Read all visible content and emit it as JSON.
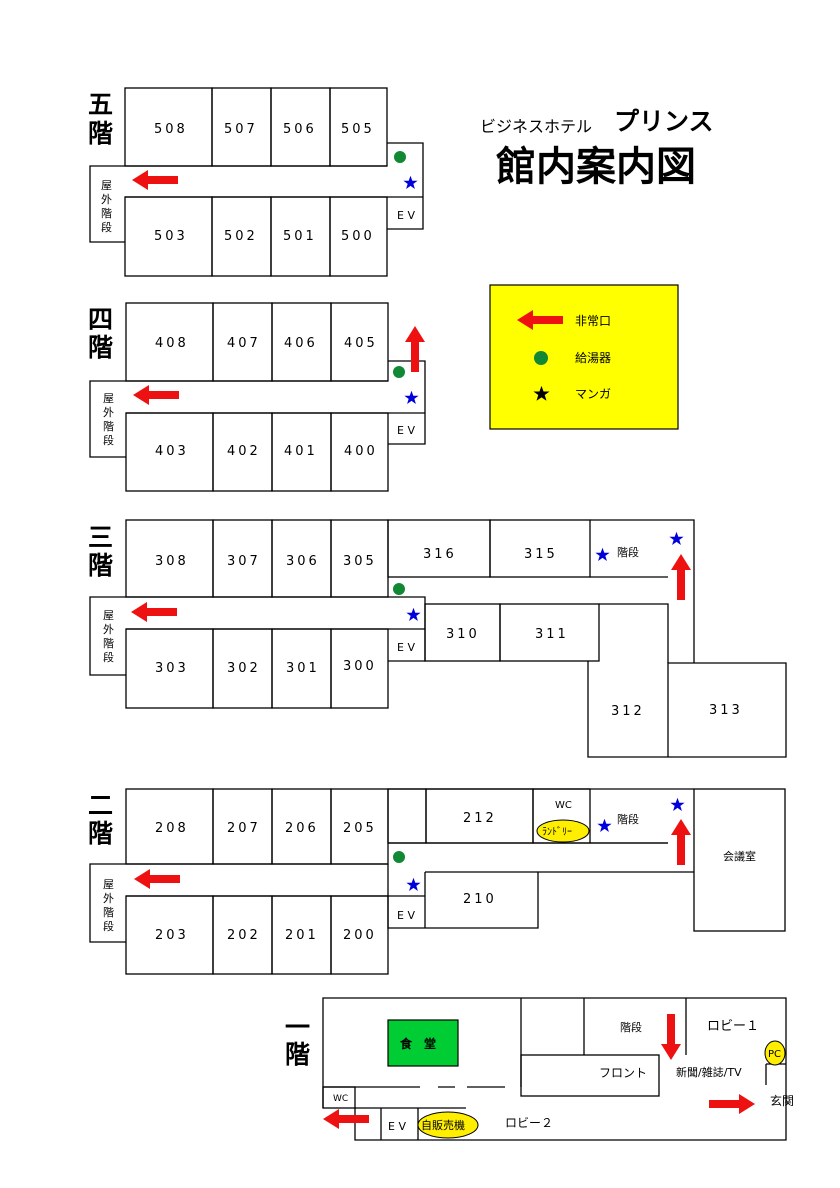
{
  "title": {
    "subtitle": "ビジネスホテル",
    "name": "プリンス",
    "main": "館内案内図"
  },
  "legend": {
    "items": [
      {
        "icon": "emergency-exit-arrow-icon",
        "label": "非常口",
        "color": "#ee1111"
      },
      {
        "icon": "hot-water-dot-icon",
        "label": "給湯器",
        "color": "#118833"
      },
      {
        "icon": "manga-star-icon",
        "label": "マンガ",
        "color": "#000000"
      }
    ],
    "background": "#ffff00"
  },
  "colors": {
    "exit": "#ee1111",
    "water": "#118833",
    "star": "#0000dd",
    "dining": "#00cc33",
    "badge": "#ffee00"
  },
  "common": {
    "ev": "E V",
    "stairs_outdoor": [
      "屋",
      "外",
      "階",
      "段"
    ],
    "stairs": "階段",
    "wc": "WC",
    "laundry": "ﾗﾝﾄﾞﾘｰ"
  },
  "floor5": {
    "label": [
      "五",
      "階"
    ],
    "rooms_top": [
      "508",
      "507",
      "506",
      "505"
    ],
    "rooms_bottom": [
      "503",
      "502",
      "501",
      "500"
    ]
  },
  "floor4": {
    "label": [
      "四",
      "階"
    ],
    "rooms_top": [
      "408",
      "407",
      "406",
      "405"
    ],
    "rooms_bottom": [
      "403",
      "402",
      "401",
      "400"
    ]
  },
  "floor3": {
    "label": [
      "三",
      "階"
    ],
    "rooms_top": [
      "308",
      "307",
      "306",
      "305",
      "316",
      "315"
    ],
    "rooms_bottom": [
      "303",
      "302",
      "301",
      "300"
    ],
    "rooms_mid": [
      "310",
      "311"
    ],
    "rooms_annex": [
      "312",
      "313"
    ]
  },
  "floor2": {
    "label": [
      "二",
      "階"
    ],
    "rooms_top": [
      "208",
      "207",
      "206",
      "205",
      "212"
    ],
    "rooms_bottom": [
      "203",
      "202",
      "201",
      "200"
    ],
    "room_210": "210",
    "meeting": "会議室"
  },
  "floor1": {
    "label": [
      "一",
      "階"
    ],
    "dining": "食　堂",
    "lobby1": "ロビー１",
    "front": "フロント",
    "news": "新聞/雑誌/TV",
    "pc": "PC",
    "entrance": "玄関",
    "vending": "自販売機",
    "lobby2": "ロビー２"
  }
}
